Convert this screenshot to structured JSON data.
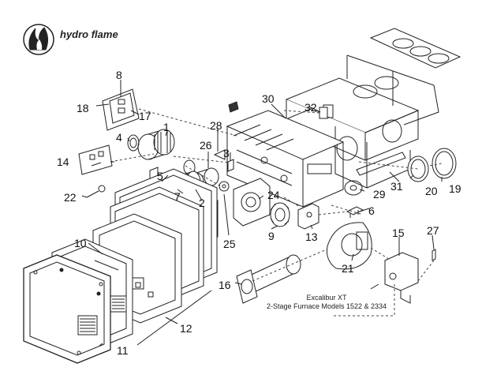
{
  "brand": {
    "logo_icon": "hydro-flame-logo-icon",
    "name": "hydro flame"
  },
  "caption": {
    "line1": "Excalibur XT",
    "line2": "2-Stage Furnace Models 1522 & 2334"
  },
  "callouts": [
    "1",
    "2",
    "3",
    "4",
    "5",
    "6",
    "7",
    "8",
    "9",
    "10",
    "11",
    "12",
    "13",
    "14",
    "15",
    "16",
    "17",
    "18",
    "19",
    "20",
    "21",
    "22",
    "24",
    "25",
    "26",
    "27",
    "28",
    "29",
    "30",
    "31",
    "32"
  ]
}
